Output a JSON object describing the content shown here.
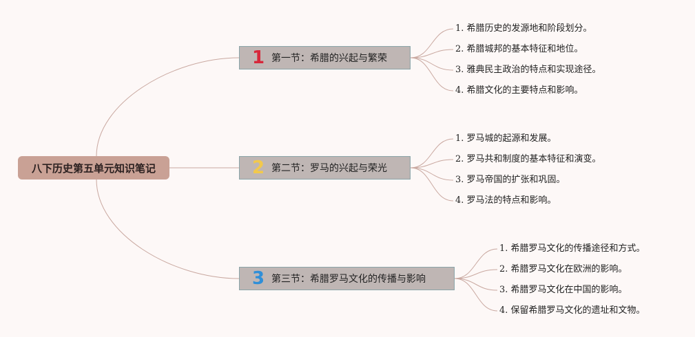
{
  "root": {
    "label": "八下历史第五单元知识笔记"
  },
  "sections": [
    {
      "number": "1",
      "number_color": "#d7283b",
      "label": "第一节：希腊的兴起与繁荣",
      "items": [
        "1. 希腊历史的发源地和阶段划分。",
        "2. 希腊城邦的基本特征和地位。",
        "3. 雅典民主政治的特点和实现途径。",
        "4. 希腊文化的主要特点和影响。"
      ]
    },
    {
      "number": "2",
      "number_color": "#f2c94c",
      "label": "第二节：罗马的兴起与荣光",
      "items": [
        "1. 罗马城的起源和发展。",
        "2. 罗马共和制度的基本特征和演变。",
        "3. 罗马帝国的扩张和巩固。",
        "4. 罗马法的特点和影响。"
      ]
    },
    {
      "number": "3",
      "number_color": "#2f8fd8",
      "label": "第三节：希腊罗马文化的传播与影响",
      "items": [
        "1. 希腊罗马文化的传播途径和方式。",
        "2. 希腊罗马文化在欧洲的影响。",
        "3. 希腊罗马文化在中国的影响。",
        "4. 保留希腊罗马文化的遗址和文物。"
      ]
    }
  ],
  "colors": {
    "link": "#c9a8a0",
    "background": "#fdf8f7"
  }
}
